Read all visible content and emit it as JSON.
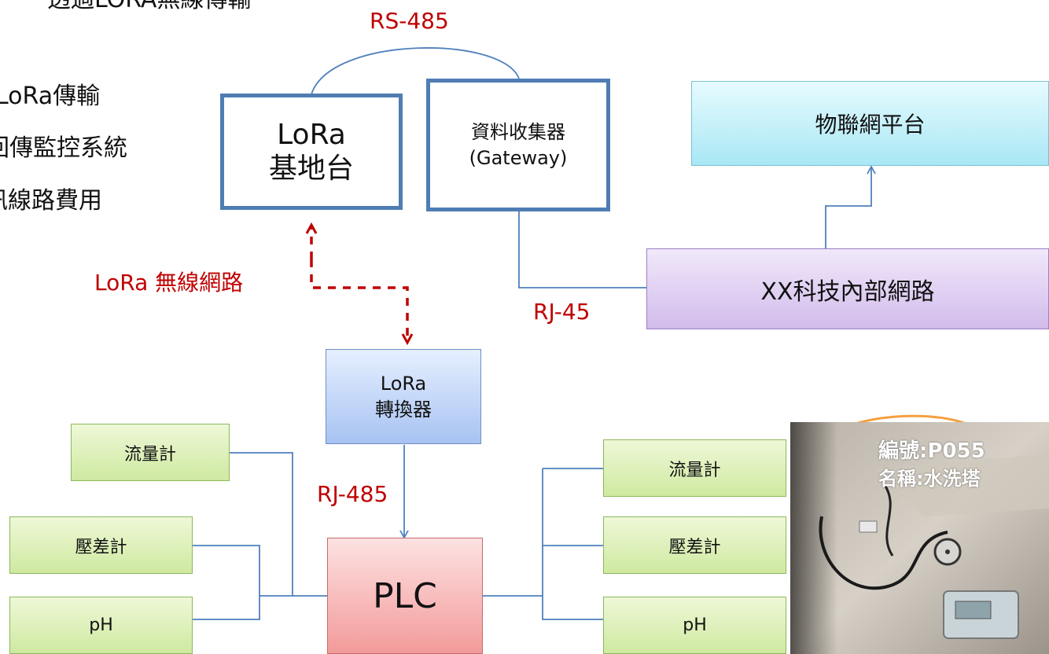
{
  "bullets": {
    "title_fragment": "透過LORA無線傳輸",
    "line1": "LoRa傳輸",
    "line2": "回傳監控系統",
    "line3": "訊線路費用"
  },
  "links": {
    "rs485": "RS-485",
    "rj45": "RJ-45",
    "rj485": "RJ-485",
    "lora_wireless": "LoRa 無線網路"
  },
  "nodes": {
    "lora_base": {
      "line1": "LoRa",
      "line2": "基地台"
    },
    "gateway": {
      "line1": "資料收集器",
      "line2": "(Gateway)"
    },
    "iot_platform": "物聯網平台",
    "internal_network": "XX科技內部網路",
    "lora_converter": {
      "line1": "LoRa",
      "line2": "轉換器"
    },
    "plc": "PLC"
  },
  "sensors_left": [
    "流量計",
    "壓差計",
    "pH"
  ],
  "sensors_right": [
    "流量計",
    "壓差計",
    "pH"
  ],
  "photo": {
    "label1": "編號:P055",
    "label2": "名稱:水洗塔"
  },
  "colors": {
    "blue_box_border": "#4f7db3",
    "red_label": "#c00000",
    "connector": "#4f81bd"
  }
}
